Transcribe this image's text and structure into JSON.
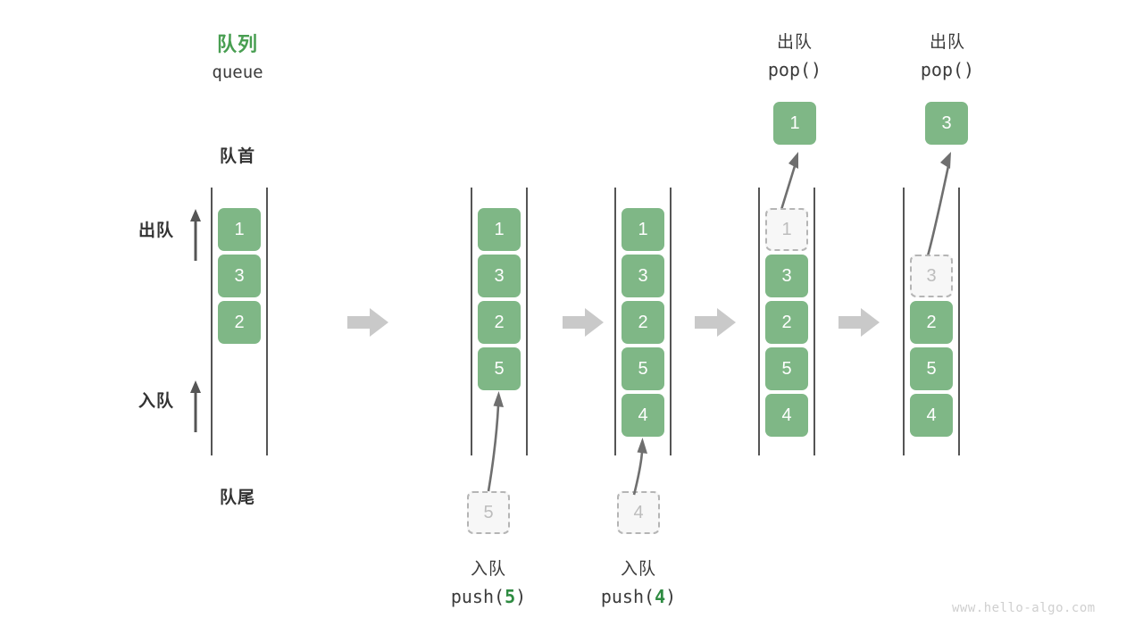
{
  "diagram": {
    "title_cn": "队列",
    "title_en": "queue",
    "front_label": "队首",
    "rear_label": "队尾",
    "dequeue_label": "出队",
    "enqueue_label": "入队",
    "watermark": "www.hello-algo.com",
    "colors": {
      "element": "#7fb786",
      "element_text": "#ffffff",
      "ghost_fill": "#f7f7f7",
      "ghost_border": "#b5b5b5",
      "ghost_text": "#bdbdbd",
      "rail": "#555555",
      "accent_green": "#489e51",
      "code_arg_green": "#2e8b41",
      "step_arrow": "#c9c9c9",
      "motion_arrow": "#6f6f6f",
      "text_dark": "#3b3b3b",
      "watermark": "#cfcfcf"
    }
  },
  "steps": [
    {
      "id": "initial",
      "queue": [
        "1",
        "3",
        "2"
      ],
      "ghost": null,
      "ghost_slot": null,
      "popped": null,
      "caption_cn": "",
      "caption_code": ""
    },
    {
      "id": "push-5",
      "queue": [
        "1",
        "3",
        "2",
        "5"
      ],
      "ghost": "5",
      "ghost_slot": "below",
      "popped": null,
      "caption_cn": "入队",
      "caption_code_prefix": "push(",
      "caption_code_arg": "5",
      "caption_code_suffix": ")"
    },
    {
      "id": "push-4",
      "queue": [
        "1",
        "3",
        "2",
        "5",
        "4"
      ],
      "ghost": "4",
      "ghost_slot": "below",
      "popped": null,
      "caption_cn": "入队",
      "caption_code_prefix": "push(",
      "caption_code_arg": "4",
      "caption_code_suffix": ")"
    },
    {
      "id": "pop-1",
      "queue": [
        "3",
        "2",
        "5",
        "4"
      ],
      "ghost": "1",
      "ghost_slot": 0,
      "popped": "1",
      "header_cn": "出队",
      "header_code": "pop()"
    },
    {
      "id": "pop-3",
      "queue": [
        "2",
        "5",
        "4"
      ],
      "ghost": "3",
      "ghost_slot": 1,
      "popped": "3",
      "header_cn": "出队",
      "header_code": "pop()"
    }
  ]
}
